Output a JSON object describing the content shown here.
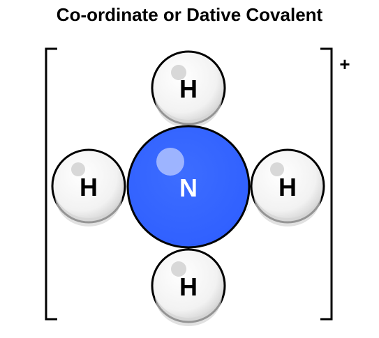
{
  "title": "Co-ordinate or Dative Covalent",
  "charge": "+",
  "central_atom": {
    "symbol": "N",
    "color": "#3366ff",
    "shade": "#0033cc"
  },
  "hydrogens": [
    {
      "position": "top",
      "symbol": "H"
    },
    {
      "position": "left",
      "symbol": "H"
    },
    {
      "position": "right",
      "symbol": "H"
    },
    {
      "position": "bottom",
      "symbol": "H"
    }
  ]
}
